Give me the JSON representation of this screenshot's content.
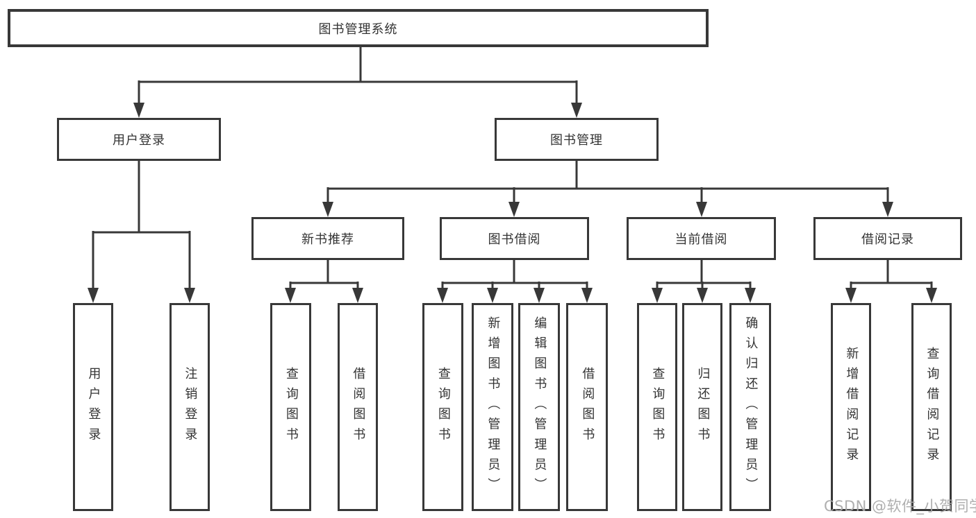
{
  "diagram": {
    "root": {
      "label": "图书管理系统"
    },
    "branches": [
      {
        "label": "用户登录",
        "leaves": [
          {
            "label": "用户登录"
          },
          {
            "label": "注销登录"
          }
        ]
      },
      {
        "label": "图书管理",
        "children": [
          {
            "label": "新书推荐",
            "leaves": [
              {
                "label": "查询图书"
              },
              {
                "label": "借阅图书"
              }
            ]
          },
          {
            "label": "图书借阅",
            "leaves": [
              {
                "label": "查询图书"
              },
              {
                "label": "新增图书（管理员）"
              },
              {
                "label": "编辑图书（管理员）"
              },
              {
                "label": "借阅图书"
              }
            ]
          },
          {
            "label": "当前借阅",
            "leaves": [
              {
                "label": "查询图书"
              },
              {
                "label": "归还图书"
              },
              {
                "label": "确认归还（管理员）"
              }
            ]
          },
          {
            "label": "借阅记录",
            "leaves": [
              {
                "label": "新增借阅记录"
              },
              {
                "label": "查询借阅记录"
              }
            ]
          }
        ]
      }
    ]
  },
  "watermark": {
    "text": "CSDN @软件_小贺同学"
  },
  "colors": {
    "line": "#383838",
    "text": "#333333",
    "background": "#ffffff",
    "watermark": "#a8a8a8"
  }
}
